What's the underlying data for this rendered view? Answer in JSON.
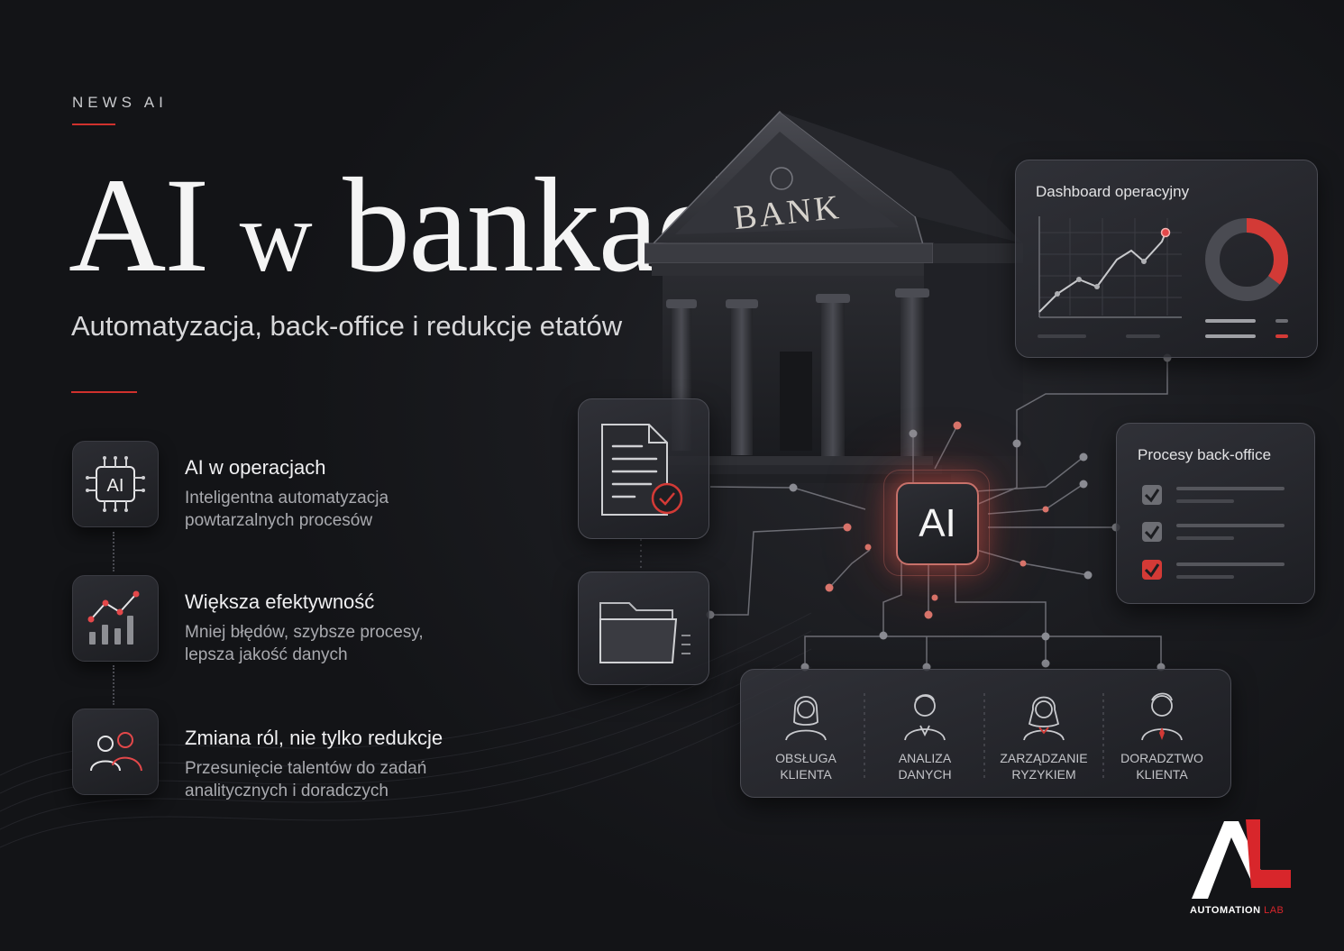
{
  "header": {
    "kicker": "NEWS AI",
    "title_main": "AI",
    "title_w": "w",
    "title_rest": "bankach",
    "subtitle": "Automatyzacja, back-office i redukcje etatów"
  },
  "features": [
    {
      "icon": "ai-chip-icon",
      "title": "AI w operacjach",
      "desc_line1": "Inteligentna automatyzacja",
      "desc_line2": "powtarzalnych procesów"
    },
    {
      "icon": "growth-chart-icon",
      "title": "Większa efektywność",
      "desc_line1": "Mniej błędów, szybsze procesy,",
      "desc_line2": "lepsza jakość danych"
    },
    {
      "icon": "people-icon",
      "title": "Zmiana ról, nie tylko redukcje",
      "desc_line1": "Przesunięcie talentów do zadań",
      "desc_line2": "analitycznych i doradczych"
    }
  ],
  "bank": {
    "sign": "BANK"
  },
  "hub": {
    "label": "AI"
  },
  "dashboard": {
    "title": "Dashboard operacyjny"
  },
  "backoffice": {
    "title": "Procesy back-office"
  },
  "roles": [
    {
      "line1": "OBSŁUGA",
      "line2": "KLIENTA"
    },
    {
      "line1": "ANALIZA",
      "line2": "DANYCH"
    },
    {
      "line1": "ZARZĄDZANIE",
      "line2": "RYZYKIEM"
    },
    {
      "line1": "DORADZTWO",
      "line2": "KLIENTA"
    }
  ],
  "logo": {
    "word1": "AUTOMATION",
    "word2": "LAB"
  },
  "colors": {
    "accent": "#d0312d",
    "background": "#141519",
    "card": "#2a2b31"
  }
}
